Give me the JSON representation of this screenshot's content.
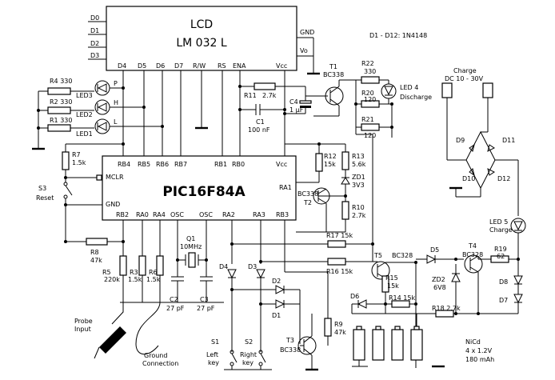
{
  "lcd": {
    "title": "LCD",
    "model": "LM 032 L",
    "data_pins": [
      "D0",
      "D1",
      "D2",
      "D3"
    ],
    "bottom_pins": [
      "D4",
      "D5",
      "D6",
      "D7",
      "R/W",
      "RS",
      "ENA",
      "Vcc"
    ],
    "gnd": "GND",
    "vo": "Vo"
  },
  "diode_note": "D1 - D12: 1N4148",
  "mcu": {
    "name": "PIC16F84A",
    "top_pins": [
      "RB4",
      "RB5",
      "RB6",
      "RB7",
      "RB1",
      "RB0",
      "Vcc"
    ],
    "left_pins": [
      "MCLR",
      "GND"
    ],
    "right_pins": [
      "RA1"
    ],
    "bottom_pins": [
      "RB2",
      "RA0",
      "RA4",
      "OSC",
      "OSC",
      "RA2",
      "RA3",
      "RB3"
    ]
  },
  "parts": {
    "r4": "R4 330",
    "r2": "R2 330",
    "r1": "R1 330",
    "led3": "LED3",
    "led2": "LED2",
    "led1": "LED1",
    "p": "P",
    "h": "H",
    "l": "L",
    "r7": "R7",
    "r7v": "1.5k",
    "s3": "S3",
    "reset": "Reset",
    "r8": "R8",
    "r8v": "47k",
    "r5": "R5",
    "r5v": "220k",
    "r3": "R3",
    "r3v": "1.5k",
    "r6": "R6",
    "r6v": "1.5k",
    "c2": "C2",
    "c2v": "27 pF",
    "c3": "C3",
    "c3v": "27 pF",
    "q1": "Q1",
    "q1v": "10MHz",
    "r11": "R11",
    "r11v": "2.7k",
    "c1": "C1",
    "c1v": "100 nF",
    "c4": "C4",
    "c4v": "1 µF",
    "t1": "T1",
    "t1v": "BC338",
    "r22": "R22",
    "r22v": "330",
    "r20": "R20",
    "r20v": "120",
    "r21": "R21",
    "r21v": "120",
    "led4a": "LED 4",
    "led4b": "Discharge",
    "r12": "R12",
    "r12v": "15k",
    "r13": "R13",
    "r13v": "5.6k",
    "zd1": "ZD1",
    "zd1v": "3V3",
    "r10": "R10",
    "r10v": "2.7k",
    "t2v": "BC338",
    "t2": "T2",
    "d4": "D4",
    "d3": "D3",
    "d2": "D2",
    "d1": "D1",
    "r17": "R17 15k",
    "r16": "R16 15k",
    "t5": "T5",
    "t5v": "BC328",
    "r15": "R15",
    "r15v": "15k",
    "d6": "D6",
    "r14": "R14 15k",
    "d5": "D5",
    "t4": "T4",
    "t4v": "BC328",
    "r19": "R19",
    "r19v": "62",
    "zd2": "ZD2",
    "zd2v": "6V8",
    "r18": "R18 2.7k",
    "d8": "D8",
    "d7": "D7",
    "r9": "R9",
    "r9v": "47k",
    "t3": "T3",
    "t3v": "BC338",
    "s1": "S1",
    "s1a": "Left",
    "s1b": "key",
    "s2": "S2",
    "s2a": "Right",
    "s2b": "key",
    "nicd1": "NiCd",
    "nicd2": "4 x 1.2V",
    "nicd3": "180 mAh",
    "probe1": "Probe",
    "probe2": "Input",
    "gnd1": "Ground",
    "gnd2": "Connection",
    "charge1": "Charge",
    "charge2": "DC 10 - 30V",
    "d9": "D9",
    "d10": "D10",
    "d11": "D11",
    "d12": "D12",
    "led5a": "LED 5",
    "led5b": "Charge"
  }
}
